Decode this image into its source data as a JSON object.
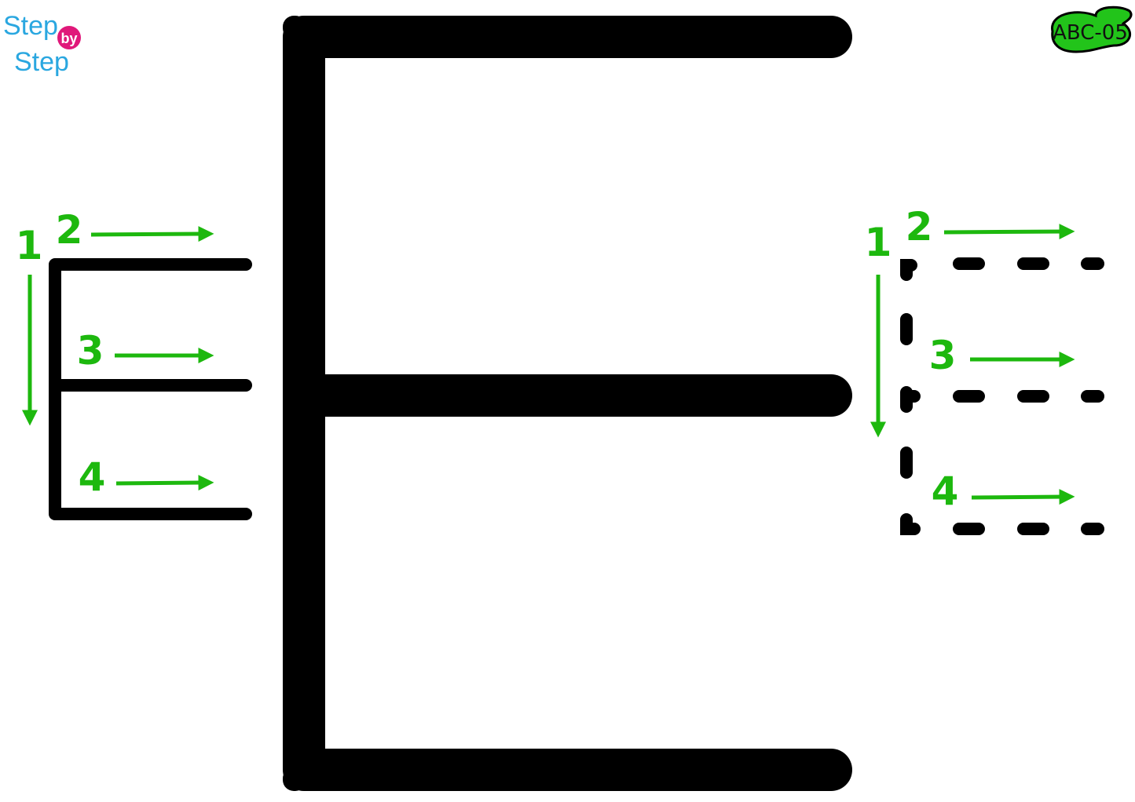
{
  "logo": {
    "line1": "Step",
    "by": "by",
    "line2": "Step"
  },
  "badge": {
    "label": "ABC-05"
  },
  "colors": {
    "green": "#1db80e",
    "ink": "#000000"
  },
  "letter": "E",
  "guide_left": {
    "steps": [
      "1",
      "2",
      "3",
      "4"
    ]
  },
  "guide_right": {
    "steps": [
      "1",
      "2",
      "3",
      "4"
    ]
  }
}
